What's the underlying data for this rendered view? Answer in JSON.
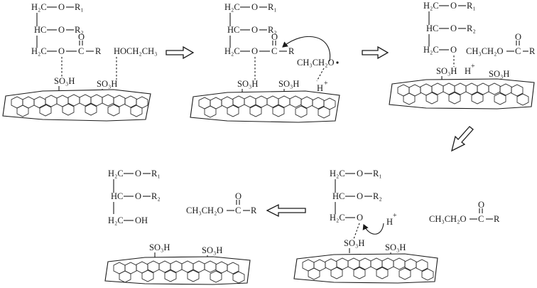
{
  "diagram": {
    "steps": [
      {
        "id": "step1",
        "labels": {
          "row1_h2c": "H₂C",
          "row1_o": "O",
          "row1_r": "R₁",
          "row2_hc": "HC",
          "row2_o": "O",
          "row2_r": "R₂",
          "row3_h2c": "H₂C",
          "row3_o": "O",
          "carbonyl_o": "O",
          "carbonyl_c": "C",
          "carbonyl_r": "R",
          "ethanol": "HOCH₂CH₃",
          "so3h_1": "SO₃H",
          "so3h_2": "SO₃H"
        }
      },
      {
        "id": "step2",
        "labels": {
          "row1_h2c": "H₂C",
          "row1_o": "O",
          "row1_r": "R₁",
          "row2_hc": "HC",
          "row2_o": "O",
          "row2_r": "R₂",
          "row3_h2c": "H₂C",
          "row3_o": "O",
          "carbonyl_o": "O",
          "carbonyl_c": "C",
          "carbonyl_r": "R",
          "ethoxide": "CH₃CH₂O",
          "h_plus": "H",
          "plus": "+",
          "so3h_1": "SO₃H",
          "so3h_2": "SO₃H"
        }
      },
      {
        "id": "step3",
        "labels": {
          "row1_h2c": "H₂C",
          "row1_o": "O",
          "row1_r": "R₁",
          "row2_hc": "HC",
          "row2_o": "O",
          "row2_r": "R₂",
          "row3_h2c": "H₂C",
          "row3_o": "O",
          "ester": "CH₃CH₂O",
          "ester_c": "C",
          "ester_o": "O",
          "ester_r": "R",
          "h_plus": "H",
          "plus": "+",
          "so3h_1": "SO₃H",
          "so3h_2": "SO₃H"
        }
      },
      {
        "id": "step4",
        "labels": {
          "row1_h2c": "H₂C",
          "row1_o": "O",
          "row1_r": "R₁",
          "row2_hc": "HC",
          "row2_o": "O",
          "row2_r": "R₂",
          "row3_h2c": "H₂C",
          "row3_o": "O",
          "h_plus": "H",
          "plus": "+",
          "ester": "CH₃CH₂O",
          "ester_c": "C",
          "ester_o": "O",
          "ester_r": "R",
          "so3h_1": "SO₃H",
          "so3h_2": "SO₃H"
        }
      },
      {
        "id": "step5",
        "labels": {
          "row1_h2c": "H₂C",
          "row1_o": "O",
          "row1_r": "R₁",
          "row2_hc": "HC",
          "row2_o": "O",
          "row2_r": "R₂",
          "row3_h2c": "H₂C",
          "row3_oh": "OH",
          "ester": "CH₃CH₂O",
          "ester_c": "C",
          "ester_o": "O",
          "ester_r": "R",
          "so3h_1": "SO₃H",
          "so3h_2": "SO₃H"
        }
      }
    ],
    "arrows": [
      "step1-to-step2",
      "step2-to-step3",
      "step3-to-step4",
      "step4-to-step5"
    ]
  }
}
